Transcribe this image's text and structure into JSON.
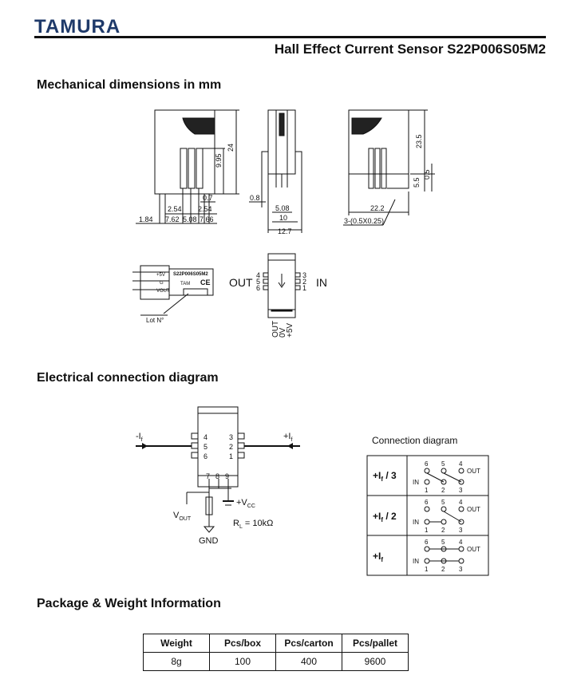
{
  "header": {
    "brand": "TAMURA",
    "title": "Hall Effect Current Sensor S22P006S05M2"
  },
  "sections": {
    "mechanical": "Mechanical dimensions in mm",
    "electrical": "Electrical connection diagram",
    "package": "Package & Weight Information"
  },
  "mechanical": {
    "front": {
      "d_24": "24",
      "d_995": "9.95",
      "d_07": "0.7",
      "d_254a": "2.54",
      "d_254b": "2.54",
      "d_184": "1.84",
      "d_762": "7.62",
      "d_508": "5.08",
      "d_766": "7.66"
    },
    "side": {
      "d_08": "0.8",
      "d_508": "5.08",
      "d_10": "10",
      "d_127": "12.7"
    },
    "back": {
      "d_235": "23.5",
      "d_05": "0.5",
      "d_55": "5.5",
      "d_222": "22.2",
      "d_pins": "3-(0.5X0.25)"
    },
    "label": {
      "part": "S22P006S05M2",
      "pin5v": "+5V",
      "pinG": "G",
      "pinVout": "VOUT",
      "tam": "TAM",
      "ce": "CE",
      "lot": "Lot N°"
    },
    "pinout": {
      "out": "OUT",
      "in": "IN",
      "left_pins": [
        "4",
        "5",
        "6"
      ],
      "right_pins": [
        "3",
        "2",
        "1"
      ],
      "bottom_labels": [
        "OUT",
        "0V",
        "+5V"
      ]
    }
  },
  "electrical": {
    "in_left": "-I",
    "in_left_sub": "f",
    "in_right": "+I",
    "in_right_sub": "f",
    "left_pins": [
      "4",
      "5",
      "6"
    ],
    "right_pins": [
      "3",
      "2",
      "1"
    ],
    "bottom_pins": [
      "7",
      "8",
      "9"
    ],
    "vout": "V",
    "vout_sub": "OUT",
    "vcc": "+V",
    "vcc_sub": "CC",
    "rl": "R",
    "rl_sub": "L",
    "rl_value": " = 10kΩ",
    "gnd": "GND"
  },
  "connection": {
    "title": "Connection diagram",
    "rows": [
      {
        "label": "+I",
        "sub": "f",
        "suffix": " / 3"
      },
      {
        "label": "+I",
        "sub": "f",
        "suffix": " / 2"
      },
      {
        "label": "+I",
        "sub": "f",
        "suffix": ""
      }
    ],
    "top_nums": [
      "6",
      "5",
      "4"
    ],
    "bottom_nums": [
      "1",
      "2",
      "3"
    ],
    "in_label": "IN",
    "out_label": "OUT"
  },
  "package": {
    "headers": [
      "Weight",
      "Pcs/box",
      "Pcs/carton",
      "Pcs/pallet"
    ],
    "rows": [
      [
        "8g",
        "100",
        "400",
        "9600"
      ]
    ]
  }
}
